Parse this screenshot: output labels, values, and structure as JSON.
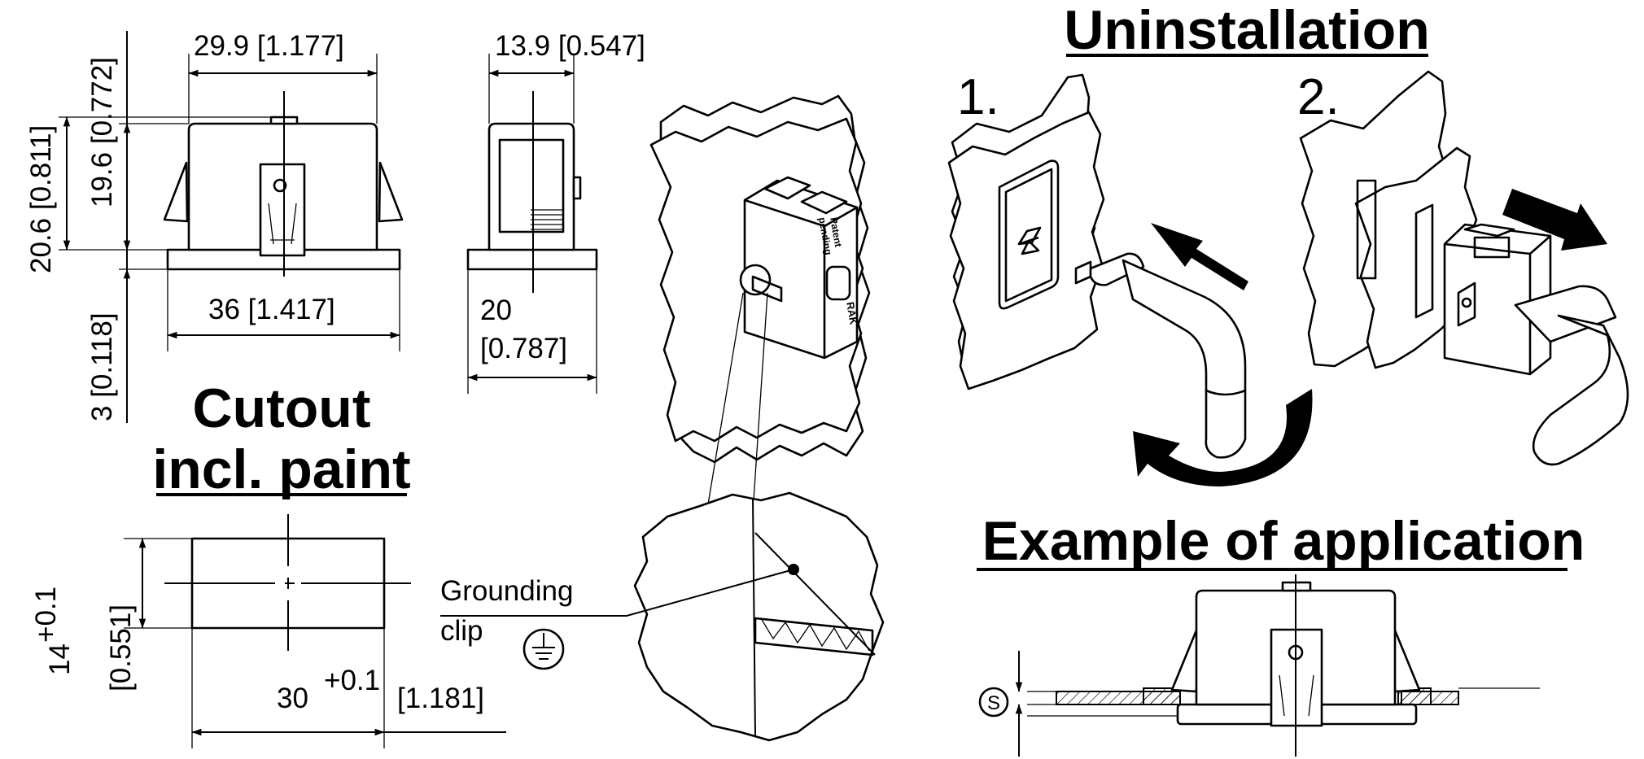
{
  "front_view": {
    "width_top": "29.9 [1.177]",
    "width_base": "36 [1.417]",
    "height_total": "20.6 [0.811]",
    "height_body": "19.6 [0.772]",
    "base_thickness": "3 [0.118]"
  },
  "side_view": {
    "depth_top": "13.9 [0.547]",
    "depth_base_value": "20",
    "depth_base_inch": "[0.787]"
  },
  "cutout": {
    "title_line1": "Cutout",
    "title_line2": "incl. paint",
    "width_value": "30",
    "width_tolerance": "+0.1",
    "width_inch": "[1.181]",
    "height_value": "14",
    "height_tolerance": "+0.1",
    "height_inch": "[0.551]"
  },
  "grounding": {
    "label_line1": "Grounding",
    "label_line2": "clip"
  },
  "uninstallation": {
    "title": "Uninstallation",
    "step1": "1.",
    "step2": "2."
  },
  "application": {
    "title": "Example of application",
    "symbol": "S"
  },
  "product_marking": {
    "line1": "Patent",
    "line2": "pending",
    "brand": "RAK"
  }
}
